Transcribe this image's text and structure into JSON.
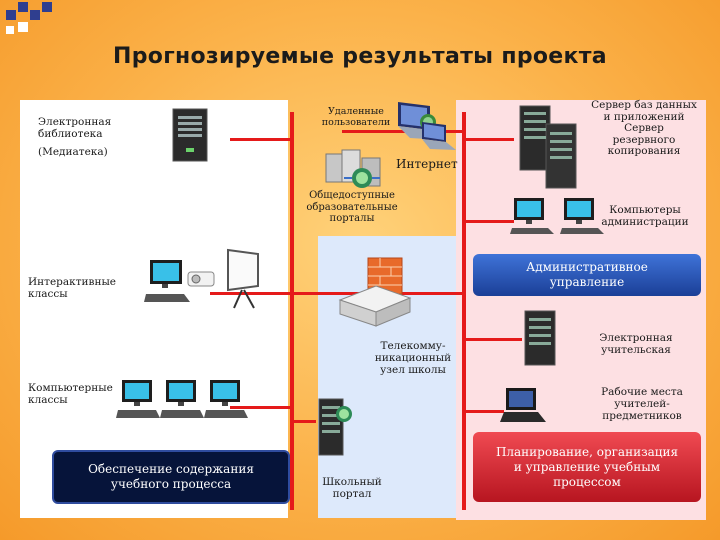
{
  "title": "Прогнозируемые результаты проекта",
  "labels": {
    "library_line1": "Электронная",
    "library_line2": "библиотека",
    "library_line3": "(Медиатека)",
    "remote_users_line1": "Удаленные",
    "remote_users_line2": "пользователи",
    "internet": "Интернет",
    "portals_line1": "Общедоступные",
    "portals_line2": "образовательные",
    "portals_line3": "порталы",
    "server_line1": "Сервер баз данных",
    "server_line2": "и приложений",
    "server_line3": "Сервер",
    "server_line4": "резервного",
    "server_line5": "копирования",
    "admin_pcs_line1": "Компьютеры",
    "admin_pcs_line2": "администрации",
    "interactive_line1": "Интерактивные",
    "interactive_line2": "классы",
    "telecom_line1": "Телекомму-",
    "telecom_line2": "никационный",
    "telecom_line3": "узел школы",
    "e_teacher_line1": "Электронная",
    "e_teacher_line2": "учительская",
    "computer_classes_line1": "Компьютерные",
    "computer_classes_line2": "классы",
    "workplaces_line1": "Рабочие места",
    "workplaces_line2": "учителей-",
    "workplaces_line3": "предметников",
    "school_portal_line1": "Школьный",
    "school_portal_line2": "портал"
  },
  "boxes": {
    "content_line1": "Обеспечение содержания",
    "content_line2": "учебного процесса",
    "admin_line1": "Административное",
    "admin_line2": "управление",
    "plan_line1": "Планирование, организация",
    "plan_line2": "и управление учебным",
    "plan_line3": "процессом"
  },
  "colors": {
    "network_line": "#e51a1a",
    "box_content": "#06143a",
    "box_admin": "#2a56c0",
    "box_plan": "#d82a34"
  },
  "icons": [
    "server-icon",
    "desktop-pc-icon",
    "laptop-icon",
    "globe-icon",
    "router-icon",
    "whiteboard-icon",
    "projector-icon",
    "firewall-icon"
  ]
}
